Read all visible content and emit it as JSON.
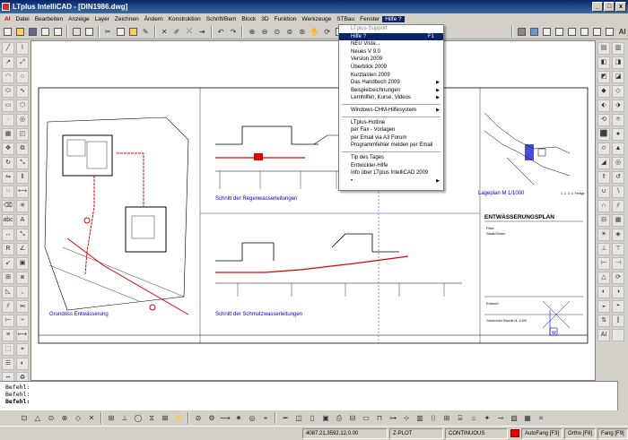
{
  "window": {
    "title": "LTplus IntelliCAD - [DIN1986.dwg]",
    "buttons": {
      "minimize": "_",
      "maximize": "□",
      "close": "x"
    }
  },
  "menubar": {
    "items": [
      "Datei",
      "Bearbeiten",
      "Anzeige",
      "Layer",
      "Zeichnen",
      "Ändern",
      "Konstruktion",
      "Schrift/Bem",
      "Block",
      "3D",
      "Funktion",
      "Werkzeuge",
      "STBau",
      "Fenster",
      "Hilfe ?"
    ]
  },
  "help_menu": {
    "items": [
      {
        "label": "LTplus-Support",
        "type": "disabled"
      },
      {
        "label": "Hilfe ?",
        "shortcut": "F1",
        "type": "highlight"
      },
      {
        "label": "NEU Vista...",
        "type": "item"
      },
      {
        "label": "Neues V 9.0",
        "type": "item"
      },
      {
        "label": "Version 2009",
        "type": "item"
      },
      {
        "label": "Überblick 2009",
        "type": "item"
      },
      {
        "label": "Kurztasten 2009",
        "type": "item"
      },
      {
        "label": "Das Handbuch 2009",
        "type": "submenu"
      },
      {
        "label": "Beispielzeichnungen",
        "type": "submenu"
      },
      {
        "label": "Lernhilfen, Kurse, Videos",
        "type": "submenu"
      },
      {
        "type": "separator"
      },
      {
        "label": "Windows-CHM-Hilfesystem",
        "type": "submenu"
      },
      {
        "type": "separator"
      },
      {
        "label": "LTplus-Hotline",
        "type": "item"
      },
      {
        "label": "per Fax - Vorlagen",
        "type": "item"
      },
      {
        "label": "per Email via A3 Forum",
        "type": "item"
      },
      {
        "label": "Programmfehler melden per Email",
        "type": "item"
      },
      {
        "type": "separator"
      },
      {
        "label": "Tip des Tages",
        "type": "item"
      },
      {
        "label": "Entwickler-Hilfe",
        "type": "item"
      },
      {
        "label": "Info über LTplus IntelliCAD 2009",
        "type": "item"
      },
      {
        "label": "•",
        "type": "submenu"
      }
    ]
  },
  "drawing": {
    "labels": {
      "site_plan": "Grundriss Entwässerung",
      "section_rain": "Schnitt der Regenwasserleitungen",
      "section_waste": "Schnitt der Schmutzwasserleitungen",
      "location_plan": "Lageplan M 1/1000",
      "plan_title": "ENTWÄSSERUNGSPLAN",
      "plan_sub1": "Plan:",
      "plan_sub2": "Stadt/Gemo",
      "entwurf": "Entwurf",
      "legend_note": "1. 2. 3. 4. Fertige",
      "scale_note": "Gezeichnet  Geprüft\nM. 1/100"
    },
    "accent_red": "#e00000",
    "accent_blue": "#0000cc"
  },
  "command_line": {
    "lines": [
      "Befehl:",
      "Befehl:",
      "Befehl:"
    ]
  },
  "statusbar": {
    "coords": "4087.21,3592.12,0.00",
    "layer": "Z-PLOT",
    "linetype": "CONTINUOUS",
    "snap": "AutoFang [F3]",
    "ortho": "Ortho [F8]",
    "fang": "Fang [F9]"
  }
}
